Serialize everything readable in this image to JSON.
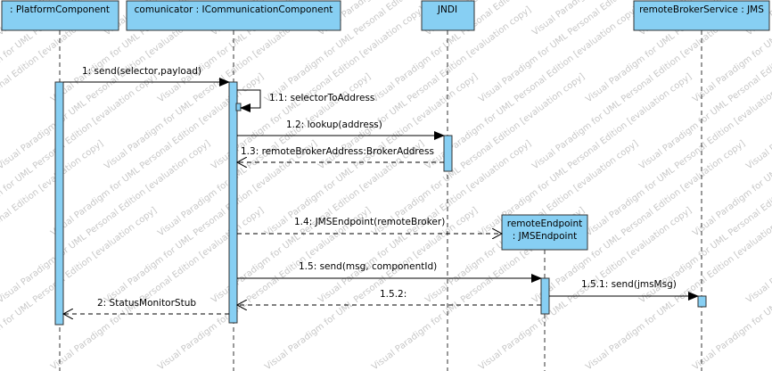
{
  "diagram": {
    "watermark": "Visual Paradigm for UML Personal Edition [evaluation copy]",
    "lifelines": [
      {
        "id": "platform",
        "label": ": PlatformComponent"
      },
      {
        "id": "comm",
        "label": "comunicator : ICommunicationComponent"
      },
      {
        "id": "jndi",
        "label": "JNDI"
      },
      {
        "id": "remote_endpoint",
        "label_line1": "remoteEndpoint",
        "label_line2": ": JMSEndpoint"
      },
      {
        "id": "broker",
        "label": "remoteBrokerService : JMS"
      }
    ],
    "messages": [
      {
        "id": "m1",
        "label": "1: send(selector,payload)"
      },
      {
        "id": "m11",
        "label": "1.1: selectorToAddress"
      },
      {
        "id": "m12",
        "label": "1.2: lookup(address)"
      },
      {
        "id": "m13",
        "label": "1.3: remoteBrokerAddress:BrokerAddress"
      },
      {
        "id": "m14",
        "label": "1.4: JMSEndpoint(remoteBroker)"
      },
      {
        "id": "m15",
        "label": "1.5: send(msg, componentId)"
      },
      {
        "id": "m151",
        "label": "1.5.1: send(jmsMsg)"
      },
      {
        "id": "m152",
        "label": "1.5.2:"
      },
      {
        "id": "m2",
        "label": "2: StatusMonitorStub"
      }
    ],
    "colors": {
      "box_fill": "#87cff3",
      "box_stroke": "#333333",
      "line": "#000000"
    }
  }
}
